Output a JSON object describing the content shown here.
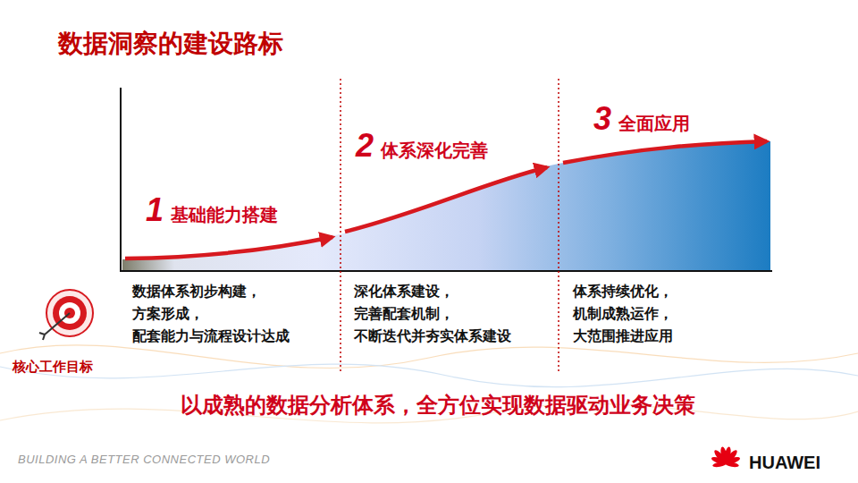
{
  "diagram": {
    "title": "数据洞察的建设路标",
    "caption": "以成熟的数据分析体系，全方位实现数据驱动业务决策",
    "nodes": [
      {
        "text": [
          "1",
          "基础能力搭建"
        ]
      },
      {
        "text": [
          "2",
          "体系深化完善"
        ]
      },
      {
        "text": [
          "3",
          "全面应用"
        ]
      }
    ],
    "labels": [
      "数据体系初步构建， 方案形成， 配套能力与流程设计达成",
      "深化体系建设， 完善配套机制， 不断迭代并夯实体系建设",
      "体系持续优化， 机制成熟运作， 大范围推进应用",
      "核心工作目标",
      "BUILDING A BETTER CONNECTED WORLD",
      "HUAWEI"
    ]
  }
}
